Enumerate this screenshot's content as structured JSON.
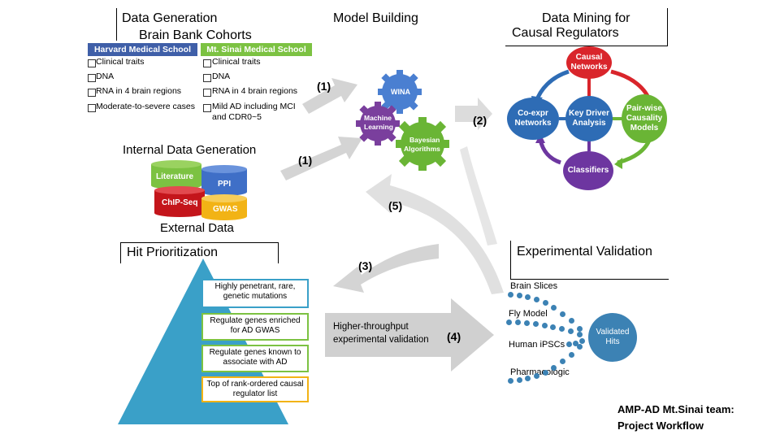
{
  "data_generation": {
    "title": "Data Generation",
    "brain_bank_title": "Brain Bank Cohorts",
    "harvard_label": "Harvard Medical School",
    "sinai_label": "Mt. Sinai Medical School",
    "harvard_items": [
      "Clinical traits",
      "DNA",
      "RNA in 4 brain regions",
      "Moderate-to-severe cases"
    ],
    "sinai_items": [
      "Clinical traits",
      "DNA",
      "RNA in 4 brain regions",
      "Mild AD including MCI",
      "and CDR0~5"
    ],
    "internal_title": "Internal Data Generation",
    "db_literature": "Literature",
    "db_ppi": "PPI",
    "db_chip": "ChIP-Seq",
    "db_gwas": "GWAS",
    "external_title": "External Data"
  },
  "model_building": {
    "title": "Model Building",
    "gear_wina": "WINA",
    "gear_ml_1": "Machine",
    "gear_ml_2": "Learning",
    "gear_bayes_1": "Bayesian",
    "gear_bayes_2": "Algorithms"
  },
  "data_mining": {
    "title_1": "Data Mining for",
    "title_2": "Causal Regulators",
    "causal_networks": "Causal Networks",
    "coexpr": "Co-expr Networks",
    "key_driver": "Key Driver Analysis",
    "pairwise": "Pair-wise Causality Models",
    "classifiers": "Classifiers"
  },
  "arrows": {
    "a1_top": "(1)",
    "a1_bottom": "(1)",
    "a2": "(2)",
    "a3": "(3)",
    "a4": "(4)",
    "a5": "(5)",
    "throughput_1": "Higher-throughput",
    "throughput_2": "experimental  validation"
  },
  "hit_prioritization": {
    "title": "Hit Prioritization",
    "levels": [
      "Highly penetrant, rare, genetic mutations",
      "Regulate genes enriched for AD GWAS",
      "Regulate genes known to associate with AD",
      "Top of rank-ordered causal regulator list"
    ]
  },
  "experimental_validation": {
    "title": "Experimental Validation",
    "brain_slices": "Brain Slices",
    "fly_model": "Fly Model",
    "human_ipscs": "Human iPSCs",
    "pharmacologic": "Pharmacologic",
    "validated_hits": "Validated Hits"
  },
  "footer": {
    "line1": "AMP-AD Mt.Sinai team:",
    "line2": "Project Workflow"
  },
  "colors": {
    "harvard": "#3f5fa8",
    "sinai": "#7cc242",
    "pyramid": "#3aa0c8",
    "gear_blue": "#4a7fd1",
    "gear_purple": "#7a3f9d",
    "gear_green": "#6ab535",
    "causal_red": "#d9252b",
    "keydriver_blue": "#2e6cb5",
    "pairwise_green": "#6ab535",
    "classifier_purple": "#6d36a0",
    "dot_blue": "#3c82b4"
  }
}
